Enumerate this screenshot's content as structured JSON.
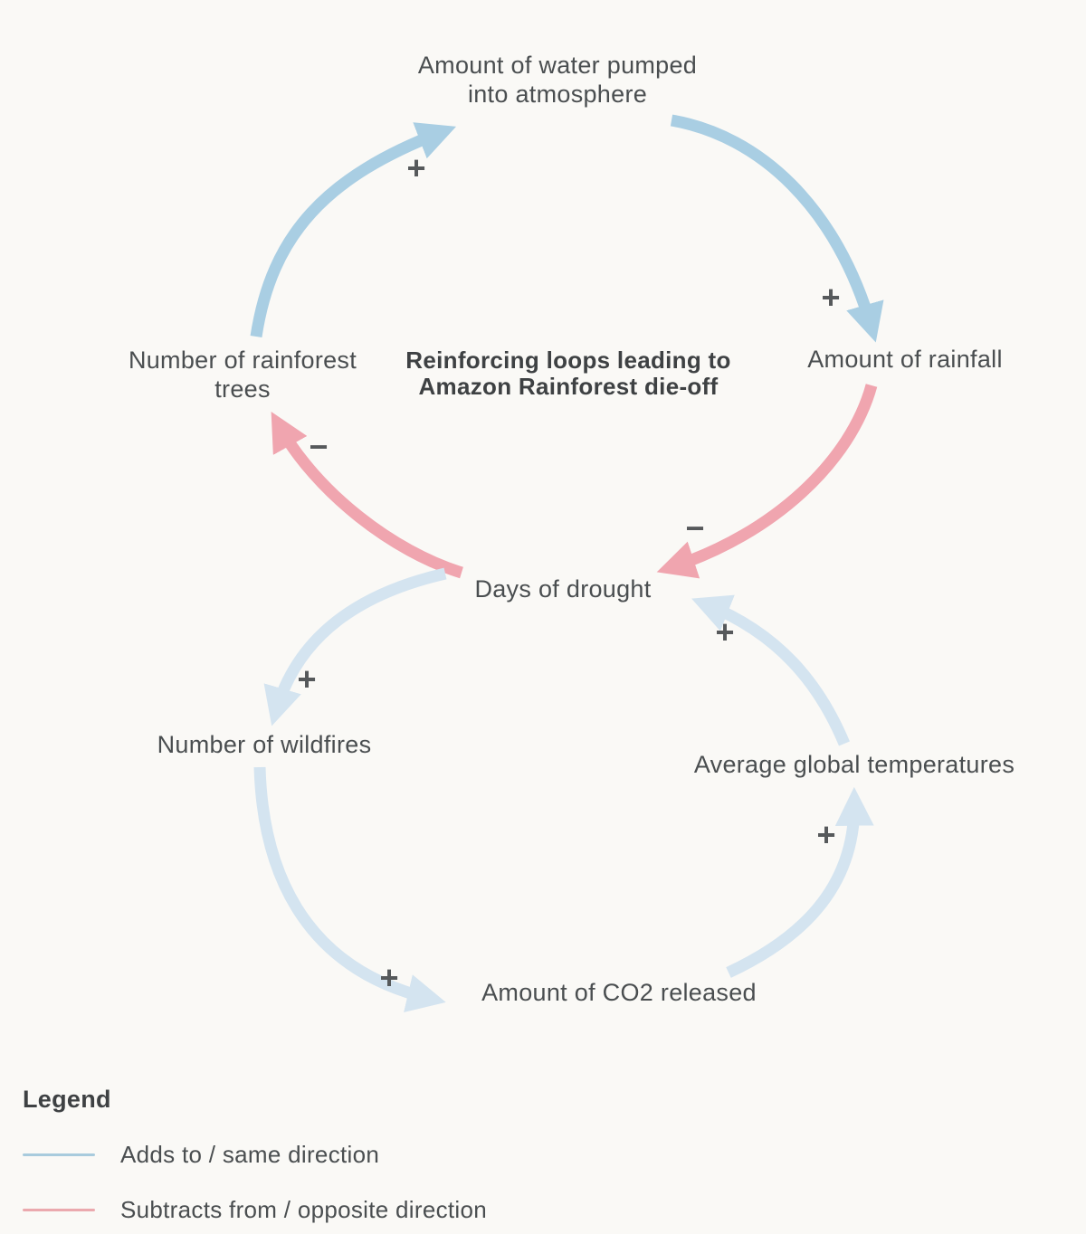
{
  "title": "Reinforcing loops leading to Amazon Rainforest die-off",
  "colors": {
    "adds_primary": "#a9cee3",
    "adds_secondary": "#d4e4f0",
    "subtracts": "#f0a5af",
    "legend_adds": "#a8cbdd",
    "legend_subtracts": "#eba9ae",
    "background": "#faf9f6",
    "text": "#4a4e50"
  },
  "nodes": {
    "water": {
      "label": "Amount of water pumped into atmosphere"
    },
    "rainfall": {
      "label": "Amount of rainfall"
    },
    "trees": {
      "label": "Number of rainforest trees"
    },
    "drought": {
      "label": "Days of drought"
    },
    "wildfires": {
      "label": "Number of wildfires"
    },
    "temperatures": {
      "label": "Average global temperatures"
    },
    "co2": {
      "label": "Amount of CO2 released"
    }
  },
  "edges": [
    {
      "from": "Number of rainforest trees",
      "to": "Amount of water pumped into atmosphere",
      "sign": "+",
      "relation": "adds to / same direction"
    },
    {
      "from": "Amount of water pumped into atmosphere",
      "to": "Amount of rainfall",
      "sign": "+",
      "relation": "adds to / same direction"
    },
    {
      "from": "Amount of rainfall",
      "to": "Days of drought",
      "sign": "−",
      "relation": "subtracts from / opposite direction"
    },
    {
      "from": "Days of drought",
      "to": "Number of rainforest trees",
      "sign": "−",
      "relation": "subtracts from / opposite direction"
    },
    {
      "from": "Days of drought",
      "to": "Number of wildfires",
      "sign": "+",
      "relation": "adds to / same direction"
    },
    {
      "from": "Number of wildfires",
      "to": "Amount of CO2 released",
      "sign": "+",
      "relation": "adds to / same direction"
    },
    {
      "from": "Amount of CO2 released",
      "to": "Average global temperatures",
      "sign": "+",
      "relation": "adds to / same direction"
    },
    {
      "from": "Average global temperatures",
      "to": "Days of drought",
      "sign": "+",
      "relation": "adds to / same direction"
    }
  ],
  "legend": {
    "heading": "Legend",
    "items": [
      {
        "label": "Adds to / same direction"
      },
      {
        "label": "Subtracts from / opposite direction"
      }
    ]
  }
}
